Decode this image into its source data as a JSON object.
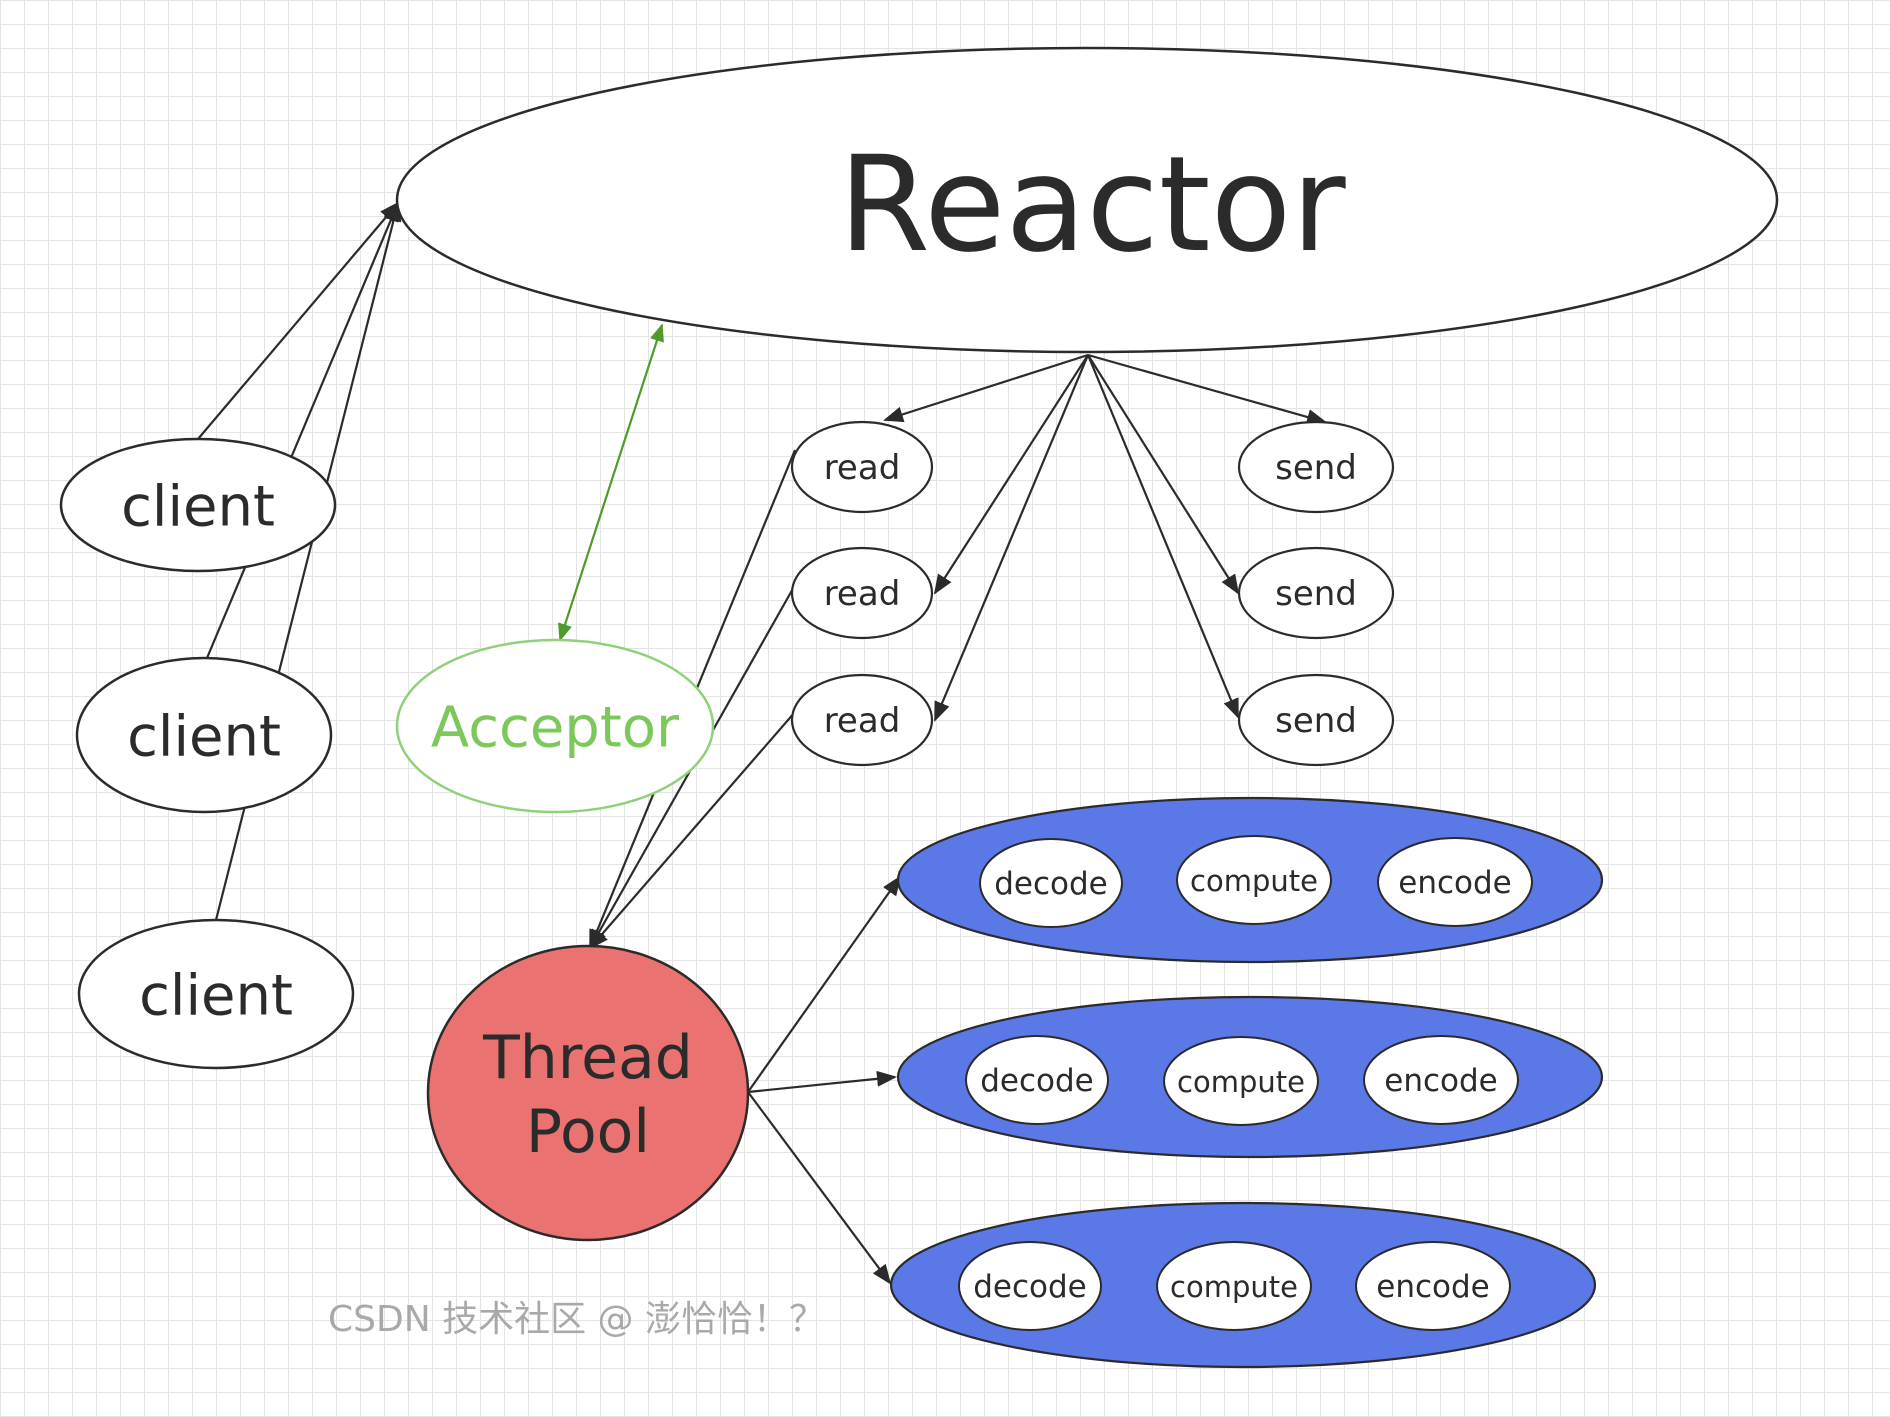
{
  "diagram": {
    "reactor": "Reactor",
    "acceptor": "Acceptor",
    "clients": [
      "client",
      "client",
      "client"
    ],
    "reads": [
      "read",
      "read",
      "read"
    ],
    "sends": [
      "send",
      "send",
      "send"
    ],
    "thread_pool": [
      "Thread",
      "Pool"
    ],
    "workers": [
      {
        "stages": [
          "decode",
          "compute",
          "encode"
        ]
      },
      {
        "stages": [
          "decode",
          "compute",
          "encode"
        ]
      },
      {
        "stages": [
          "decode",
          "compute",
          "encode"
        ]
      }
    ]
  },
  "watermark": "CSDN 技术社区 @ 澎恰恰！？",
  "colors": {
    "acceptor": "#8fd07a",
    "acceptor_text": "#7cc85a",
    "link_green": "#4e9a2a",
    "thread_pool_fill": "#ea7270",
    "worker_fill": "#5a78e6",
    "stroke": "#2b2b2b"
  }
}
